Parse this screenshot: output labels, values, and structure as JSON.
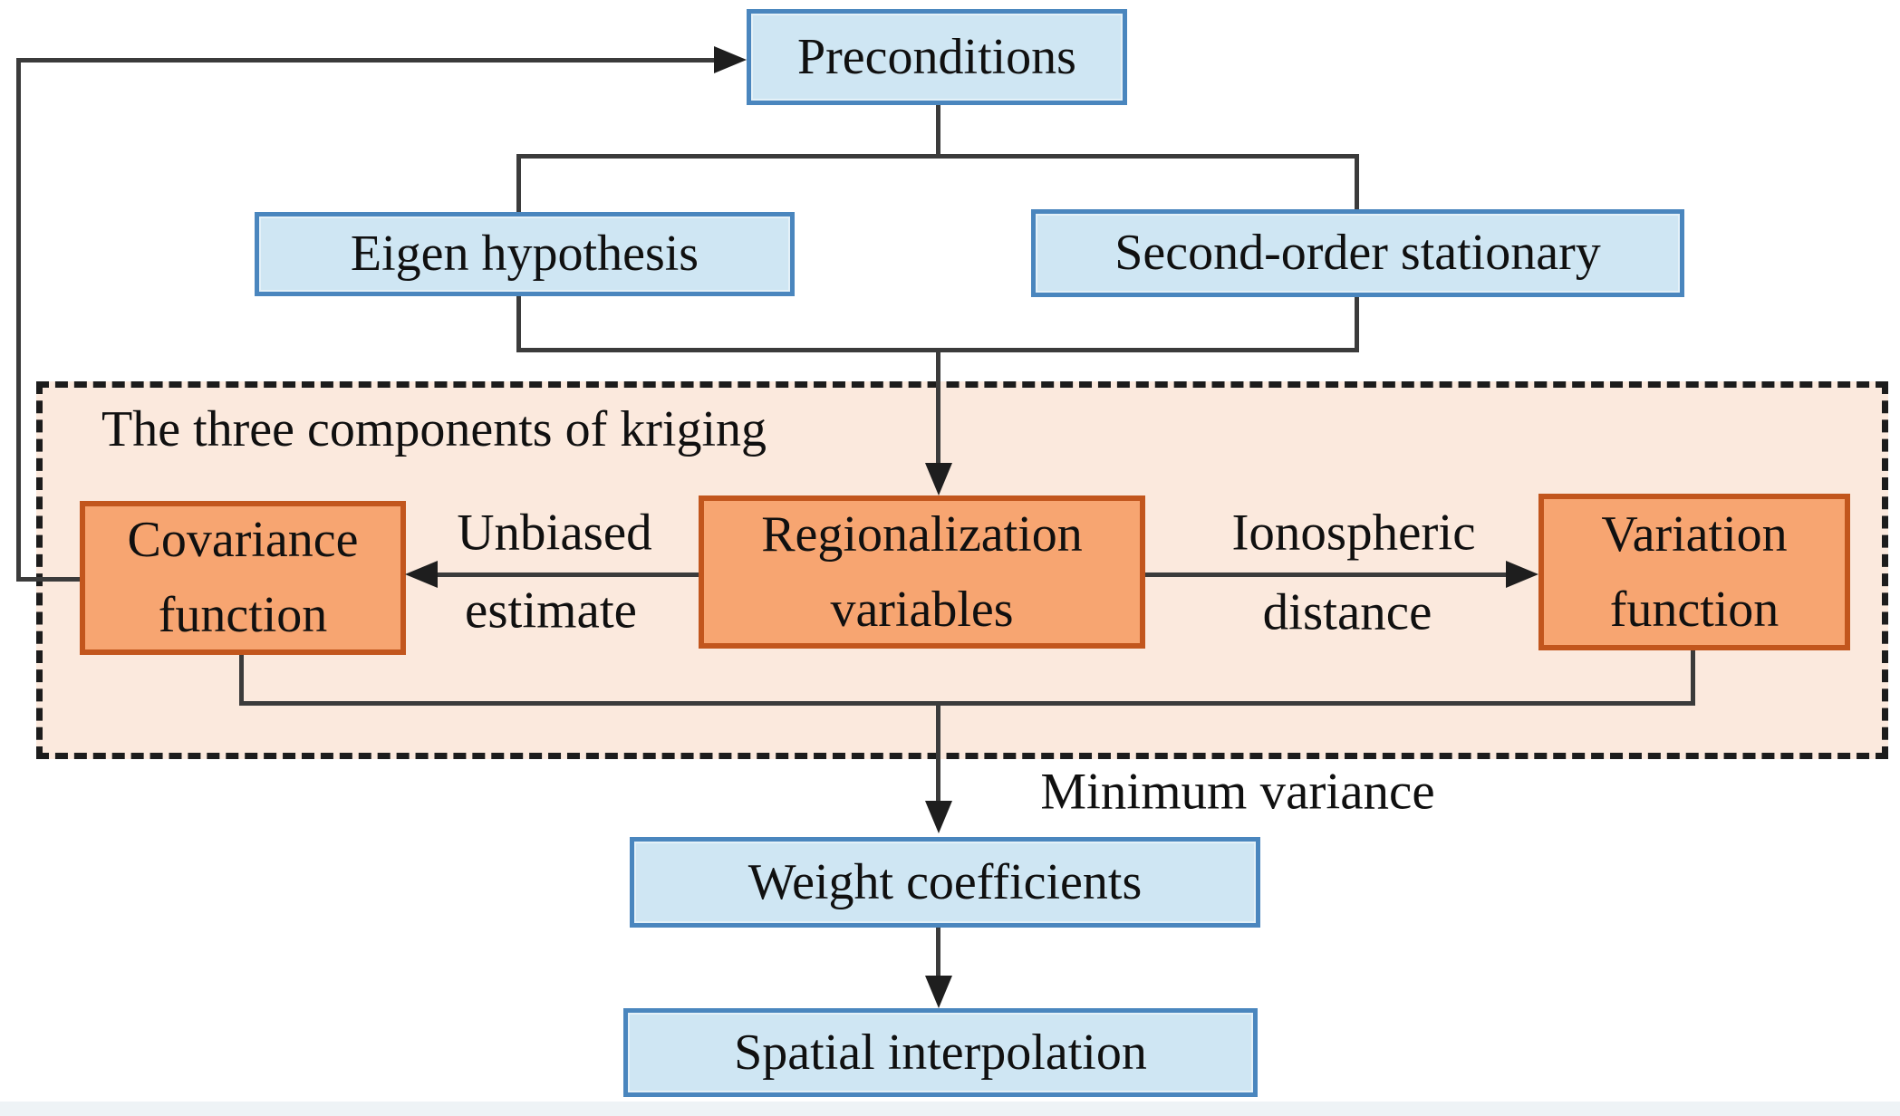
{
  "diagram": {
    "title": "The three components of kriging",
    "nodes": {
      "preconditions": "Preconditions",
      "eigen_hypothesis": "Eigen hypothesis",
      "second_order_stationary": "Second-order stationary",
      "covariance_function": "Covariance function",
      "regionalization_variables": "Regionalization variables",
      "variation_function": "Variation function",
      "weight_coefficients": "Weight coefficients",
      "spatial_interpolation": "Spatial interpolation"
    },
    "edge_labels": {
      "unbiased": [
        "Unbiased",
        "estimate"
      ],
      "ionospheric": [
        "Ionospheric",
        "distance"
      ],
      "minimum_variance": "Minimum variance"
    },
    "colors": {
      "blue_node_fill": "#cfe6f3",
      "blue_node_border": "#4a86be",
      "orange_node_fill": "#f7a571",
      "orange_node_border": "#c2561d",
      "panel_fill": "#fbe9dd",
      "panel_border": "#1c1c1c",
      "connector": "#3b3b3b"
    }
  }
}
